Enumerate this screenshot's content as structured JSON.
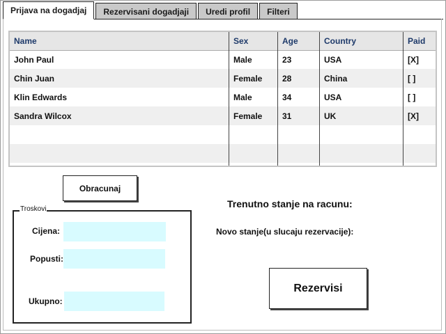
{
  "tabs": [
    {
      "label": "Prijava na dogadjaj",
      "active": true
    },
    {
      "label": "Rezervisani dogadjaji",
      "active": false
    },
    {
      "label": "Uredi profil",
      "active": false
    },
    {
      "label": "Filteri",
      "active": false
    }
  ],
  "table": {
    "columns": [
      "Name",
      "Sex",
      "Age",
      "Country",
      "Paid"
    ],
    "rows": [
      [
        "John Paul",
        "Male",
        "23",
        "USA",
        "[X]"
      ],
      [
        "Chin Juan",
        "Female",
        "28",
        "China",
        "[ ]"
      ],
      [
        "Klin Edwards",
        "Male",
        "34",
        "USA",
        "[ ]"
      ],
      [
        "Sandra Wilcox",
        "Female",
        "31",
        "UK",
        "[X]"
      ]
    ]
  },
  "buttons": {
    "calculate": "Obracunaj",
    "reserve": "Rezervisi"
  },
  "costs": {
    "legend": "Troskovi",
    "price_label": "Cijena:",
    "price_value": "",
    "discount_label": "Popusti:",
    "discount_value": "",
    "total_label": "Ukupno:",
    "total_value": ""
  },
  "balance": {
    "current_label": "Trenutno stanje na racunu:",
    "new_label": "Novo stanje(u slucaju rezervacije):"
  },
  "colors": {
    "input_bg": "#d8fbff",
    "header_text": "#1e3a6a"
  }
}
